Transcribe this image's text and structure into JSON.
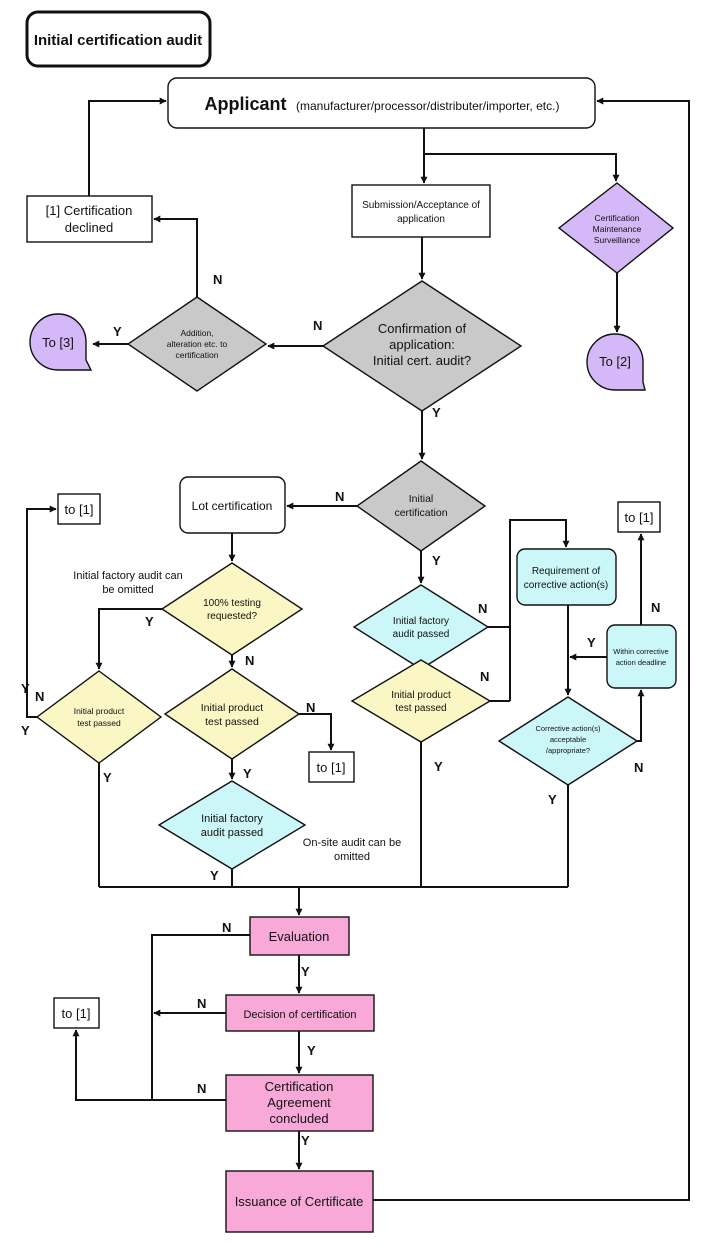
{
  "title": "Initial certification audit",
  "colors": {
    "gray": "#c9c9c9",
    "purple": "#d5b8f7",
    "cyan": "#ccf7f8",
    "yellow": "#fbf7c4",
    "pink": "#f8a9d8",
    "white": "#ffffff"
  },
  "nodes": {
    "applicant_main": "Applicant",
    "applicant_sub": "(manufacturer/processor/distributer/importer, etc.)",
    "cert_declined": [
      "[1] Certification",
      "declined"
    ],
    "submission": [
      "Submission/Acceptance of",
      "application"
    ],
    "maintenance": [
      "Certification",
      "Maintenance",
      "Surveillance"
    ],
    "to3": "To [3]",
    "to2": "To [2]",
    "addition": [
      "Addition,",
      "alteration etc. to",
      "certification"
    ],
    "confirmation": [
      "Confirmation of",
      "application:",
      "Initial cert. audit?"
    ],
    "initial_cert": [
      "Initial",
      "certification"
    ],
    "lot_cert": "Lot certification",
    "testing100": [
      "100% testing",
      "requested?"
    ],
    "init_factory_omit_note": [
      "Initial factory audit can",
      "be omitted"
    ],
    "product_test_left": [
      "Initial product",
      "test passed"
    ],
    "product_test_mid": [
      "Initial product",
      "test passed"
    ],
    "factory_audit_mid": [
      "Initial factory",
      "audit passed"
    ],
    "onsite_note": [
      "On-site audit can be",
      "omitted"
    ],
    "factory_audit_right": [
      "Initial factory",
      "audit passed"
    ],
    "product_test_right": [
      "Initial product",
      "test passed"
    ],
    "corrective_req": [
      "Requirement of",
      "corrective action(s)"
    ],
    "corrective_ok": [
      "Corrective action(s)",
      "acceptable",
      "/appropriate?"
    ],
    "within_deadline": [
      "Within corrective",
      "action deadline"
    ],
    "to1_a": "to [1]",
    "to1_b": "to [1]",
    "to1_c": "to [1]",
    "to1_d": "to [1]",
    "evaluation": "Evaluation",
    "decision": "Decision of certification",
    "agreement": [
      "Certification",
      "Agreement",
      "concluded"
    ],
    "issuance": "Issuance of Certificate"
  },
  "edge_labels": {
    "yes": "Y",
    "no": "N"
  }
}
